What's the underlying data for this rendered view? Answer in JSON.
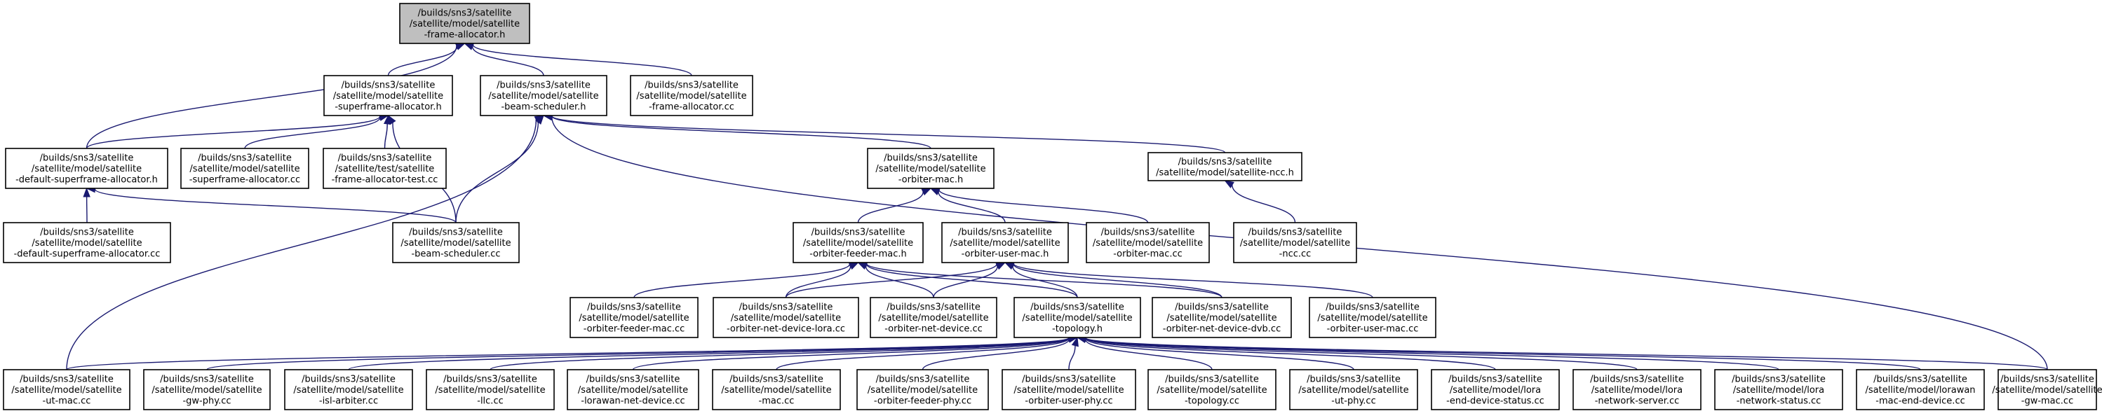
{
  "colors": {
    "node_fill": "#ffffff",
    "root_fill": "#bfbfbf",
    "border": "#000000",
    "edge": "#191970"
  },
  "nodes": {
    "root": {
      "lines": [
        "/builds/sns3/satellite",
        "/satellite/model/satellite",
        "-frame-allocator.h"
      ]
    },
    "sf_h": {
      "lines": [
        "/builds/sns3/satellite",
        "/satellite/model/satellite",
        "-superframe-allocator.h"
      ]
    },
    "bs_h": {
      "lines": [
        "/builds/sns3/satellite",
        "/satellite/model/satellite",
        "-beam-scheduler.h"
      ]
    },
    "fa_cc": {
      "lines": [
        "/builds/sns3/satellite",
        "/satellite/model/satellite",
        "-frame-allocator.cc"
      ]
    },
    "dsf_h": {
      "lines": [
        "/builds/sns3/satellite",
        "/satellite/model/satellite",
        "-default-superframe-allocator.h"
      ]
    },
    "sf_cc": {
      "lines": [
        "/builds/sns3/satellite",
        "/satellite/model/satellite",
        "-superframe-allocator.cc"
      ]
    },
    "fat_cc": {
      "lines": [
        "/builds/sns3/satellite",
        "/satellite/test/satellite",
        "-frame-allocator-test.cc"
      ]
    },
    "om_h": {
      "lines": [
        "/builds/sns3/satellite",
        "/satellite/model/satellite",
        "-orbiter-mac.h"
      ]
    },
    "ncc_h": {
      "lines": [
        "/builds/sns3/satellite",
        "/satellite/model/satellite-ncc.h"
      ]
    },
    "dsf_cc": {
      "lines": [
        "/builds/sns3/satellite",
        "/satellite/model/satellite",
        "-default-superframe-allocator.cc"
      ]
    },
    "bs_cc": {
      "lines": [
        "/builds/sns3/satellite",
        "/satellite/model/satellite",
        "-beam-scheduler.cc"
      ]
    },
    "ofm_h": {
      "lines": [
        "/builds/sns3/satellite",
        "/satellite/model/satellite",
        "-orbiter-feeder-mac.h"
      ]
    },
    "oum_h": {
      "lines": [
        "/builds/sns3/satellite",
        "/satellite/model/satellite",
        "-orbiter-user-mac.h"
      ]
    },
    "om_cc": {
      "lines": [
        "/builds/sns3/satellite",
        "/satellite/model/satellite",
        "-orbiter-mac.cc"
      ]
    },
    "ncc_cc": {
      "lines": [
        "/builds/sns3/satellite",
        "/satellite/model/satellite",
        "-ncc.cc"
      ]
    },
    "ofm_cc": {
      "lines": [
        "/builds/sns3/satellite",
        "/satellite/model/satellite",
        "-orbiter-feeder-mac.cc"
      ]
    },
    "ondl_cc": {
      "lines": [
        "/builds/sns3/satellite",
        "/satellite/model/satellite",
        "-orbiter-net-device-lora.cc"
      ]
    },
    "ond_cc": {
      "lines": [
        "/builds/sns3/satellite",
        "/satellite/model/satellite",
        "-orbiter-net-device.cc"
      ]
    },
    "topo_h": {
      "lines": [
        "/builds/sns3/satellite",
        "/satellite/model/satellite",
        "-topology.h"
      ]
    },
    "ondd_cc": {
      "lines": [
        "/builds/sns3/satellite",
        "/satellite/model/satellite",
        "-orbiter-net-device-dvb.cc"
      ]
    },
    "oum_cc": {
      "lines": [
        "/builds/sns3/satellite",
        "/satellite/model/satellite",
        "-orbiter-user-mac.cc"
      ]
    },
    "utmac_cc": {
      "lines": [
        "/builds/sns3/satellite",
        "/satellite/model/satellite",
        "-ut-mac.cc"
      ]
    },
    "gwphy_cc": {
      "lines": [
        "/builds/sns3/satellite",
        "/satellite/model/satellite",
        "-gw-phy.cc"
      ]
    },
    "isl_cc": {
      "lines": [
        "/builds/sns3/satellite",
        "/satellite/model/satellite",
        "-isl-arbiter.cc"
      ]
    },
    "llc_cc": {
      "lines": [
        "/builds/sns3/satellite",
        "/satellite/model/satellite",
        "-llc.cc"
      ]
    },
    "lnd_cc": {
      "lines": [
        "/builds/sns3/satellite",
        "/satellite/model/satellite",
        "-lorawan-net-device.cc"
      ]
    },
    "mac_cc": {
      "lines": [
        "/builds/sns3/satellite",
        "/satellite/model/satellite",
        "-mac.cc"
      ]
    },
    "ofp_cc": {
      "lines": [
        "/builds/sns3/satellite",
        "/satellite/model/satellite",
        "-orbiter-feeder-phy.cc"
      ]
    },
    "oup_cc": {
      "lines": [
        "/builds/sns3/satellite",
        "/satellite/model/satellite",
        "-orbiter-user-phy.cc"
      ]
    },
    "topo_cc": {
      "lines": [
        "/builds/sns3/satellite",
        "/satellite/model/satellite",
        "-topology.cc"
      ]
    },
    "utphy_cc": {
      "lines": [
        "/builds/sns3/satellite",
        "/satellite/model/satellite",
        "-ut-phy.cc"
      ]
    },
    "eds_cc": {
      "lines": [
        "/builds/sns3/satellite",
        "/satellite/model/lora",
        "-end-device-status.cc"
      ]
    },
    "ns_cc": {
      "lines": [
        "/builds/sns3/satellite",
        "/satellite/model/lora",
        "-network-server.cc"
      ]
    },
    "nst_cc": {
      "lines": [
        "/builds/sns3/satellite",
        "/satellite/model/lora",
        "-network-status.cc"
      ]
    },
    "med_cc": {
      "lines": [
        "/builds/sns3/satellite",
        "/satellite/model/lorawan",
        "-mac-end-device.cc"
      ]
    },
    "gwmac_cc": {
      "lines": [
        "/builds/sns3/satellite",
        "/satellite/model/satellite",
        "-gw-mac.cc"
      ]
    }
  },
  "edges": [
    [
      "sf_h",
      "root"
    ],
    [
      "bs_h",
      "root"
    ],
    [
      "fa_cc",
      "root"
    ],
    [
      "dsf_h",
      "root"
    ],
    [
      "dsf_h",
      "sf_h"
    ],
    [
      "sf_cc",
      "sf_h"
    ],
    [
      "fat_cc",
      "sf_h"
    ],
    [
      "bs_cc",
      "sf_h"
    ],
    [
      "bs_cc",
      "bs_h"
    ],
    [
      "om_h",
      "bs_h"
    ],
    [
      "ncc_h",
      "bs_h"
    ],
    [
      "utmac_cc",
      "bs_h"
    ],
    [
      "gwmac_cc",
      "bs_h"
    ],
    [
      "dsf_cc",
      "dsf_h"
    ],
    [
      "bs_cc",
      "dsf_h"
    ],
    [
      "ofm_h",
      "om_h"
    ],
    [
      "oum_h",
      "om_h"
    ],
    [
      "om_cc",
      "om_h"
    ],
    [
      "ncc_cc",
      "ncc_h"
    ],
    [
      "ofm_cc",
      "ofm_h"
    ],
    [
      "ondl_cc",
      "ofm_h"
    ],
    [
      "ond_cc",
      "ofm_h"
    ],
    [
      "topo_h",
      "ofm_h"
    ],
    [
      "ondd_cc",
      "ofm_h"
    ],
    [
      "ondl_cc",
      "oum_h"
    ],
    [
      "ond_cc",
      "oum_h"
    ],
    [
      "topo_h",
      "oum_h"
    ],
    [
      "ondd_cc",
      "oum_h"
    ],
    [
      "oum_cc",
      "oum_h"
    ],
    [
      "utmac_cc",
      "topo_h"
    ],
    [
      "gwphy_cc",
      "topo_h"
    ],
    [
      "isl_cc",
      "topo_h"
    ],
    [
      "llc_cc",
      "topo_h"
    ],
    [
      "lnd_cc",
      "topo_h"
    ],
    [
      "mac_cc",
      "topo_h"
    ],
    [
      "ofp_cc",
      "topo_h"
    ],
    [
      "oup_cc",
      "topo_h"
    ],
    [
      "topo_cc",
      "topo_h"
    ],
    [
      "utphy_cc",
      "topo_h"
    ],
    [
      "eds_cc",
      "topo_h"
    ],
    [
      "ns_cc",
      "topo_h"
    ],
    [
      "nst_cc",
      "topo_h"
    ],
    [
      "med_cc",
      "topo_h"
    ],
    [
      "gwmac_cc",
      "topo_h"
    ]
  ]
}
